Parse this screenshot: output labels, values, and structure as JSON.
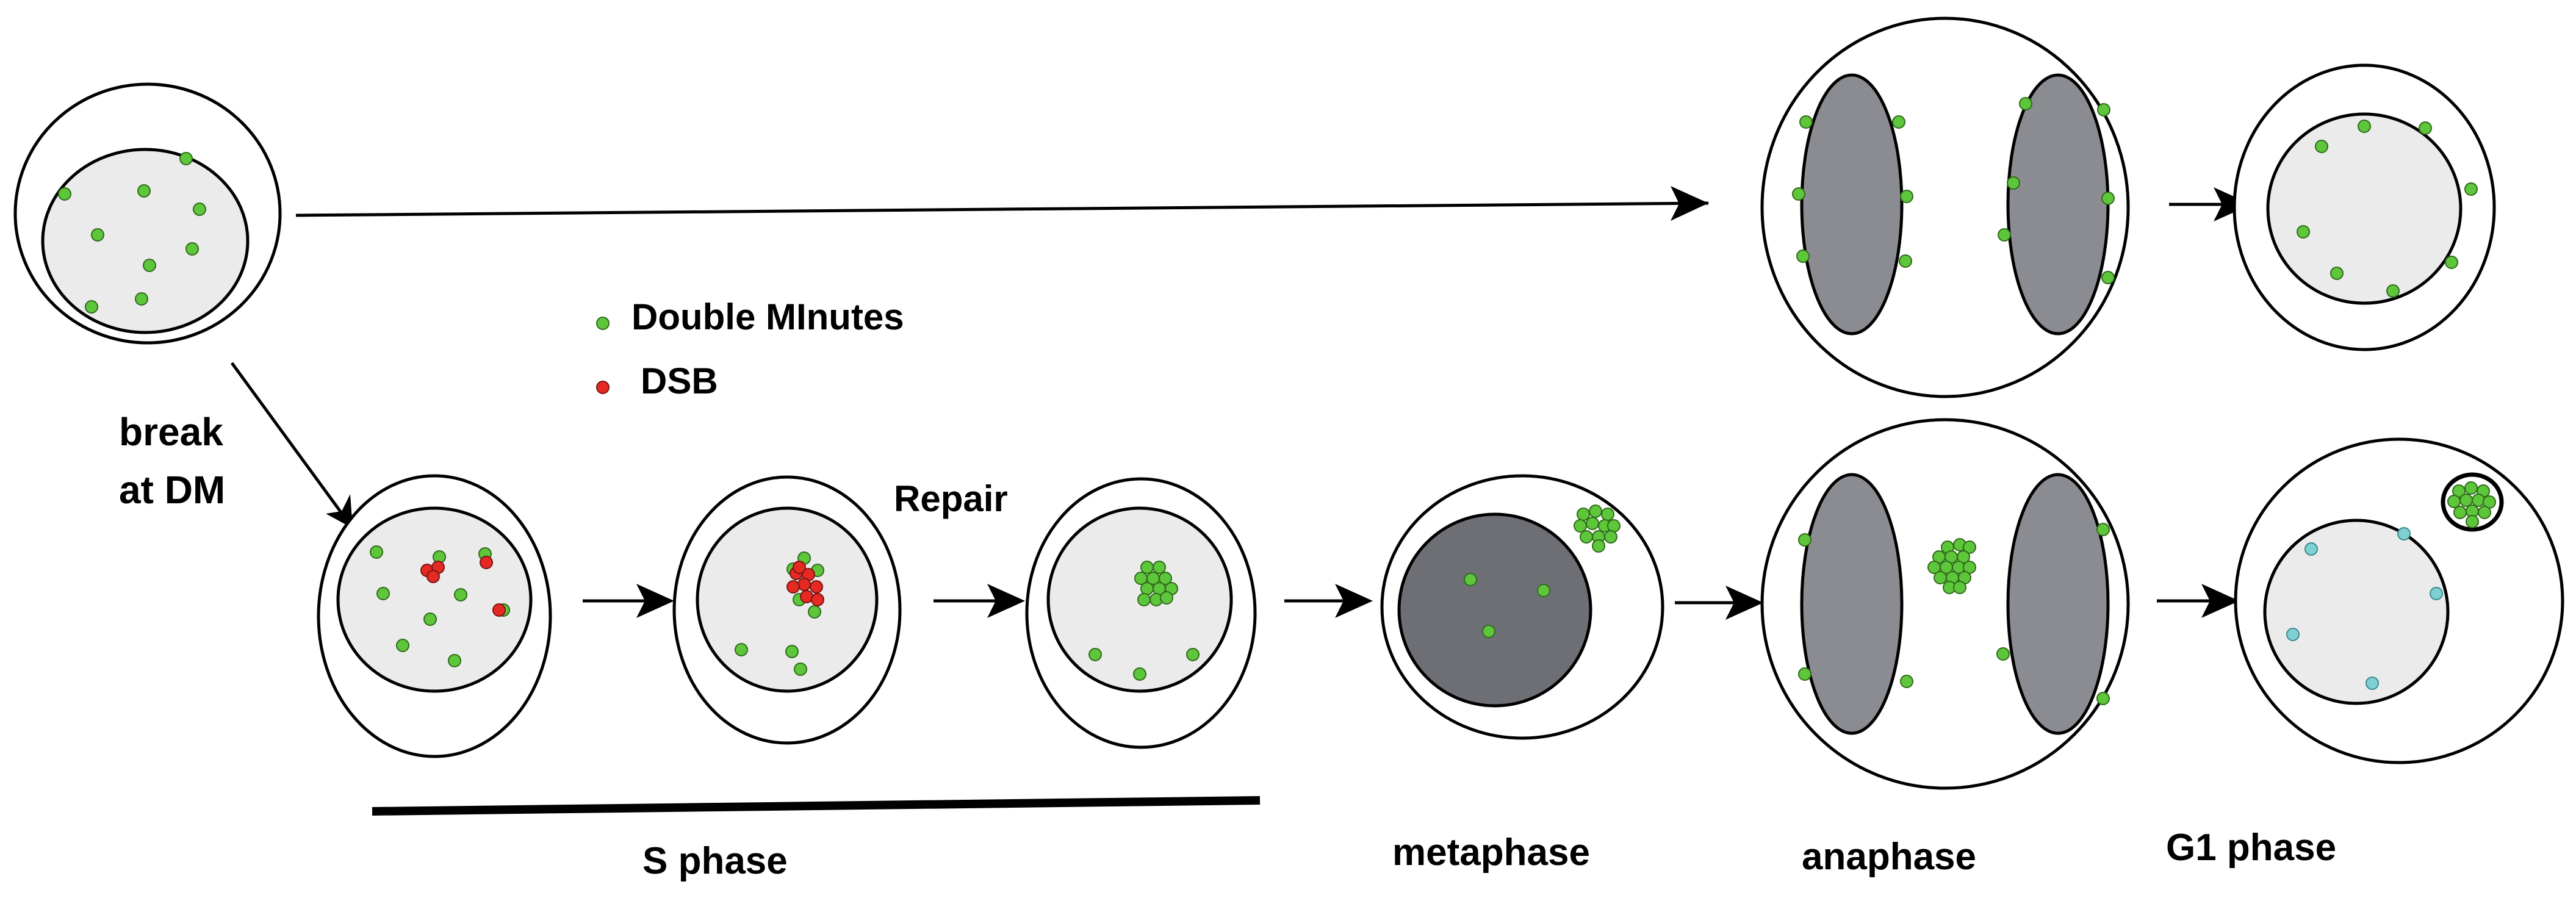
{
  "labels": {
    "break_at_dm_line1": "break",
    "break_at_dm_line2": "at DM",
    "repair": "Repair",
    "s_phase": "S phase",
    "metaphase": "metaphase",
    "anaphase": "anaphase",
    "g1_phase": "G1 phase"
  },
  "legend": {
    "double_minutes": "Double MInutes",
    "dsb": "DSB"
  },
  "colors": {
    "double_minute": "#5ec63a",
    "dsb": "#e52a24",
    "nucleus_fill": "#ebebeb",
    "metaphase_chromatin": "#6e6f75",
    "anaphase_chromatin": "#8b8c91",
    "g1_marker": "#7fd0d4",
    "outline": "#000000"
  }
}
